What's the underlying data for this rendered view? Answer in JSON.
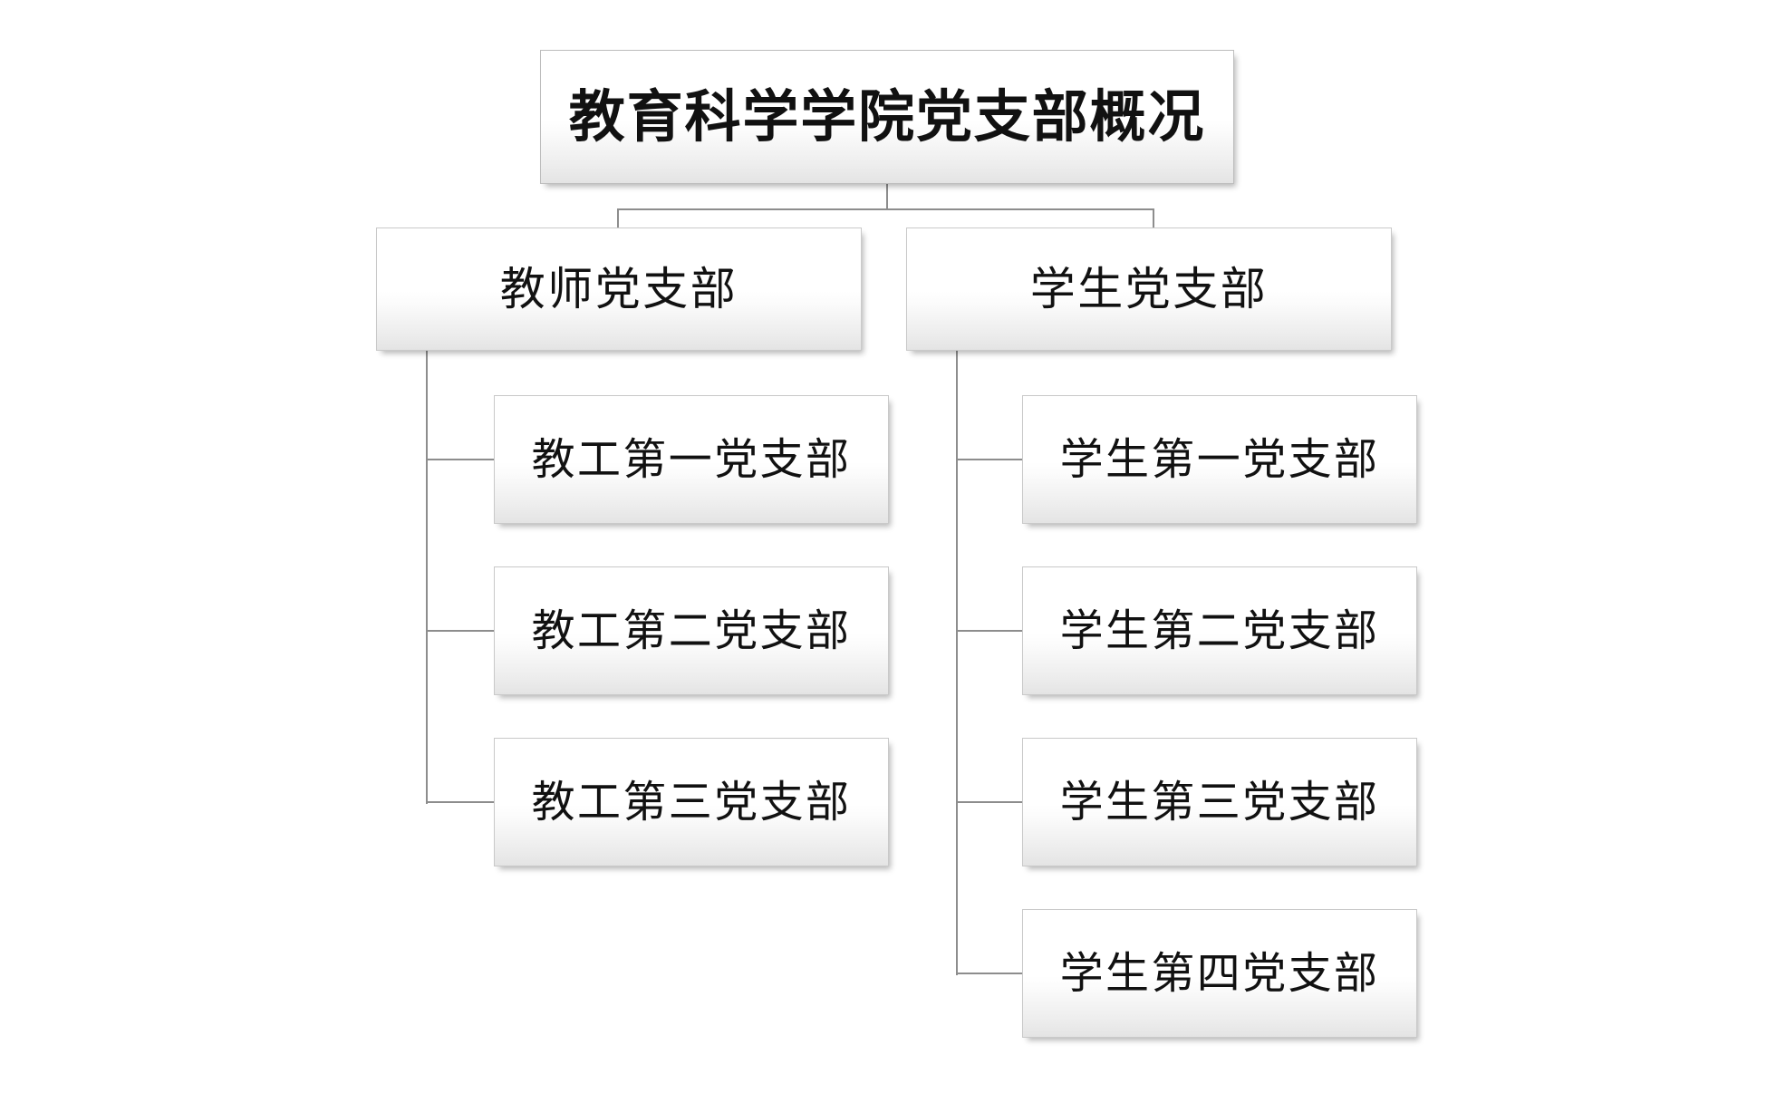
{
  "chart_data": {
    "type": "diagram",
    "subtype": "organization-chart",
    "title": "教育科学学院党支部概况",
    "orientation": "top-down-with-left-hanging-children",
    "nodes": [
      {
        "id": "root",
        "label": "教育科学学院党支部概况",
        "level": 0,
        "parent": null
      },
      {
        "id": "teacher",
        "label": "教师党支部",
        "level": 1,
        "parent": "root"
      },
      {
        "id": "student",
        "label": "学生党支部",
        "level": 1,
        "parent": "root"
      },
      {
        "id": "t1",
        "label": "教工第一党支部",
        "level": 2,
        "parent": "teacher"
      },
      {
        "id": "t2",
        "label": "教工第二党支部",
        "level": 2,
        "parent": "teacher"
      },
      {
        "id": "t3",
        "label": "教工第三党支部",
        "level": 2,
        "parent": "teacher"
      },
      {
        "id": "s1",
        "label": "学生第一党支部",
        "level": 2,
        "parent": "student"
      },
      {
        "id": "s2",
        "label": "学生第二党支部",
        "level": 2,
        "parent": "student"
      },
      {
        "id": "s3",
        "label": "学生第三党支部",
        "level": 2,
        "parent": "student"
      },
      {
        "id": "s4",
        "label": "学生第四党支部",
        "level": 2,
        "parent": "student"
      }
    ],
    "edges": [
      {
        "from": "root",
        "to": "teacher"
      },
      {
        "from": "root",
        "to": "student"
      },
      {
        "from": "teacher",
        "to": "t1"
      },
      {
        "from": "teacher",
        "to": "t2"
      },
      {
        "from": "teacher",
        "to": "t3"
      },
      {
        "from": "student",
        "to": "s1"
      },
      {
        "from": "student",
        "to": "s2"
      },
      {
        "from": "student",
        "to": "s3"
      },
      {
        "from": "student",
        "to": "s4"
      }
    ],
    "colors": {
      "background": "#ffffff",
      "box_fill_top": "#ffffff",
      "box_fill_bottom": "#e4e4e4",
      "box_border": "#c9c9c9",
      "connector": "#8d8d8d",
      "text": "#111111"
    }
  },
  "root": {
    "label": "教育科学学院党支部概况"
  },
  "branches": {
    "teacher": {
      "label": "教师党支部",
      "children": [
        {
          "label": "教工第一党支部"
        },
        {
          "label": "教工第二党支部"
        },
        {
          "label": "教工第三党支部"
        }
      ]
    },
    "student": {
      "label": "学生党支部",
      "children": [
        {
          "label": "学生第一党支部"
        },
        {
          "label": "学生第二党支部"
        },
        {
          "label": "学生第三党支部"
        },
        {
          "label": "学生第四党支部"
        }
      ]
    }
  }
}
